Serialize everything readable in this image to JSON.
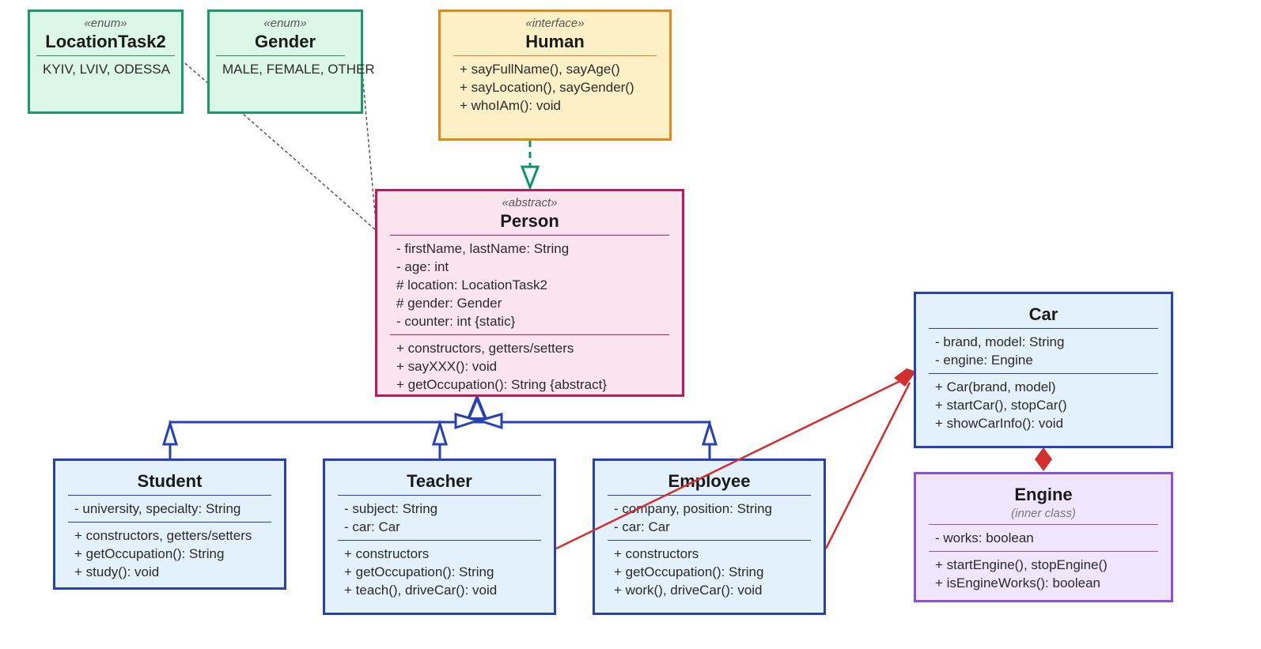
{
  "colors": {
    "enum_fill": "#dcf7e8",
    "enum_border": "#1a9a6c",
    "interface_fill": "#fdf0c6",
    "interface_border": "#e08a1b",
    "abstract_fill": "#fce4ef",
    "abstract_border": "#c2185b",
    "class_fill": "#e3f1fc",
    "class_border": "#2541b2",
    "inner_fill": "#efe5fd",
    "inner_border": "#8c4fe0",
    "realization_arrow": "#0b9468",
    "inheritance_arrow": "#2541b2",
    "composition_line": "#d32f2f",
    "dependency_line": "#555555"
  },
  "classes": {
    "location_task2": {
      "stereotype": "«enum»",
      "name": "LocationTask2",
      "values": "KYIV, LVIV, ODESSA"
    },
    "gender": {
      "stereotype": "«enum»",
      "name": "Gender",
      "values": "MALE, FEMALE, OTHER"
    },
    "human": {
      "stereotype": "«interface»",
      "name": "Human",
      "methods": [
        "+ sayFullName(), sayAge()",
        "+ sayLocation(), sayGender()",
        "+ whoIAm(): void"
      ]
    },
    "person": {
      "stereotype": "«abstract»",
      "name": "Person",
      "fields": [
        "- firstName, lastName: String",
        "- age: int",
        "# location: LocationTask2",
        "# gender: Gender",
        "- counter: int {static}"
      ],
      "methods": [
        "+ constructors, getters/setters",
        "+ sayXXX(): void",
        "+ getOccupation(): String {abstract}"
      ]
    },
    "student": {
      "name": "Student",
      "fields": [
        "- university, specialty: String"
      ],
      "methods": [
        "+ constructors, getters/setters",
        "+ getOccupation(): String",
        "+ study(): void"
      ]
    },
    "teacher": {
      "name": "Teacher",
      "fields": [
        "- subject: String",
        "- car: Car"
      ],
      "methods": [
        "+ constructors",
        "+ getOccupation(): String",
        "+ teach(), driveCar(): void"
      ]
    },
    "employee": {
      "name": "Employee",
      "fields": [
        "- company, position: String",
        "- car: Car"
      ],
      "methods": [
        "+ constructors",
        "+ getOccupation(): String",
        "+ work(), driveCar(): void"
      ]
    },
    "car": {
      "name": "Car",
      "fields": [
        "- brand, model: String",
        "- engine: Engine"
      ],
      "methods": [
        "+ Car(brand, model)",
        "+ startCar(), stopCar()",
        "+ showCarInfo(): void"
      ]
    },
    "engine": {
      "name": "Engine",
      "note": "(inner class)",
      "fields": [
        "- works: boolean"
      ],
      "methods": [
        "+ startEngine(), stopEngine()",
        "+ isEngineWorks(): boolean"
      ]
    }
  }
}
